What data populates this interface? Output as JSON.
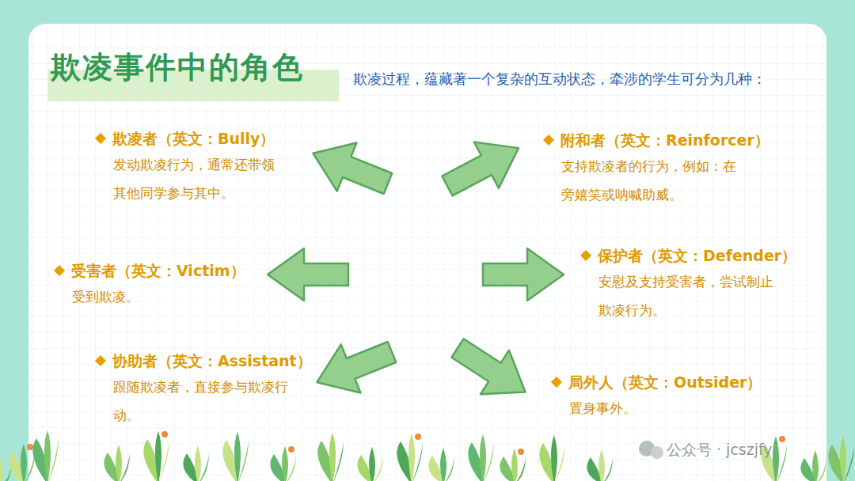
{
  "diagram": {
    "title": "欺凌事件中的角色",
    "nodes": [
      {
        "text": [
          "欺凌者（英文：Bully）",
          "发动欺凌行为，通常还带领其他同学参与其中。"
        ]
      },
      {
        "text": [
          "附和者（英文：Reinforcer）",
          "支持欺凌者的行为，例如：在旁嬉笑或呐喊助威。"
        ]
      },
      {
        "text": [
          "受害者（英文：Victim）",
          "受到欺凌。"
        ]
      },
      {
        "text": [
          "保护者（英文：Defender）",
          "安慰及支持受害者，尝试制止欺凌行为。"
        ]
      },
      {
        "text": [
          "协助者（英文：Assistant）",
          "跟随欺凌者，直接参与欺凌行动。"
        ]
      },
      {
        "text": [
          "局外人（英文：Outsider）",
          "置身事外。"
        ]
      }
    ],
    "labels": [
      "欺凌过程，蕴藏著一个复杂的互动状态，牵涉的学生可分为几种：",
      "公众号 · jcszjfy"
    ]
  }
}
